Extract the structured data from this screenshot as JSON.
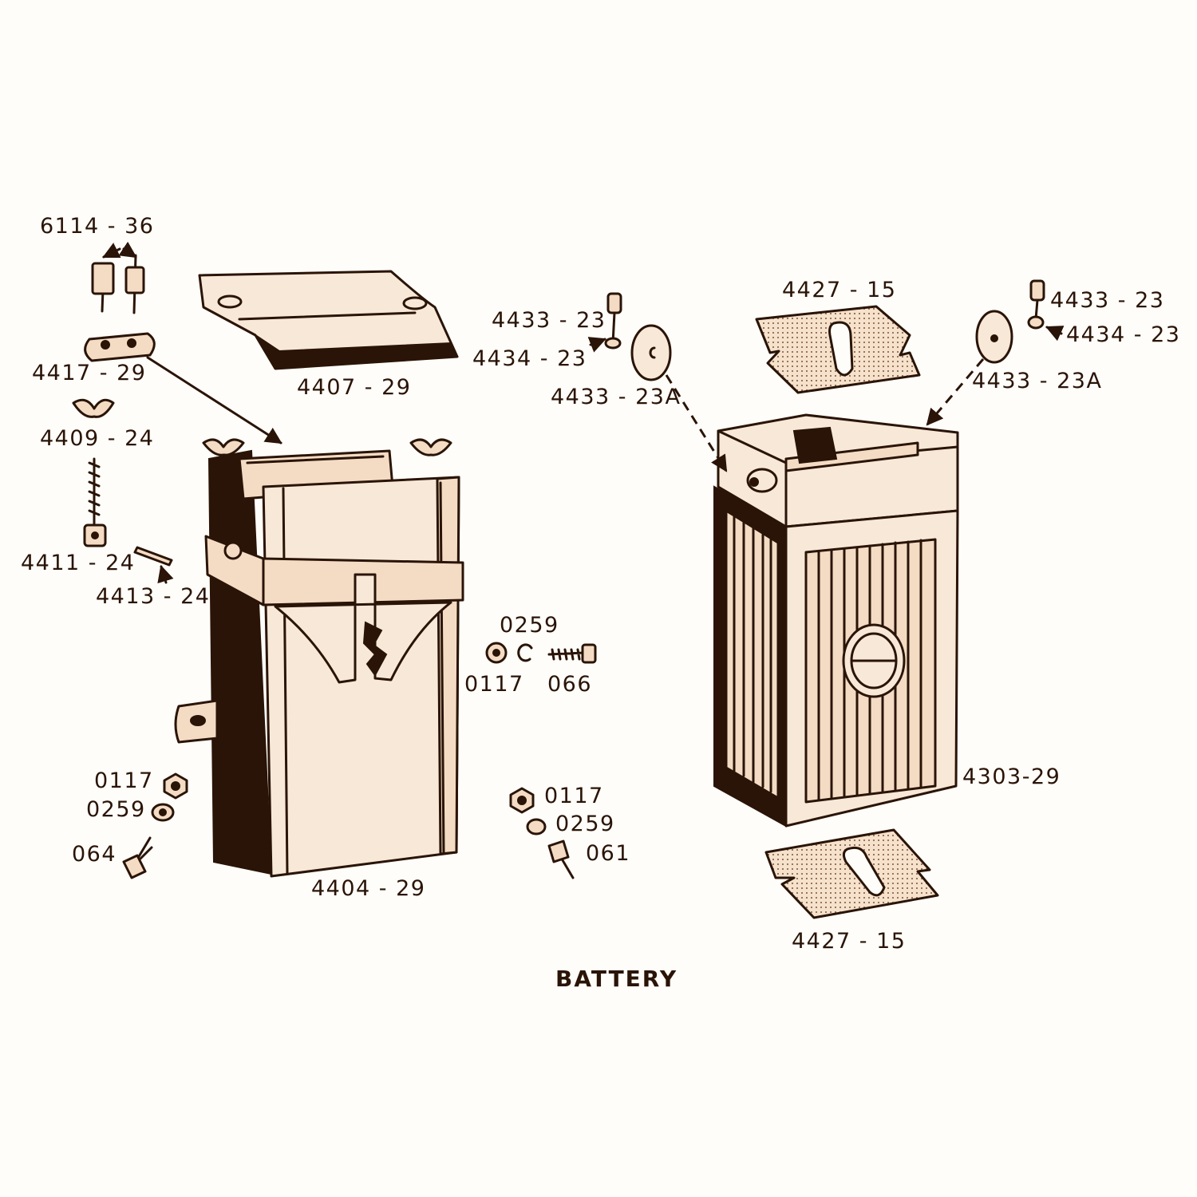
{
  "title": "BATTERY",
  "parts": {
    "stud": "6114 - 36",
    "clamp": "4417 - 29",
    "wing_nut": "4409 - 24",
    "hold_bolt": "4411 - 24",
    "pin": "4413 - 24",
    "lid": "4407 - 29",
    "box": "4404 - 29",
    "nut_l": "0117",
    "lockwasher_l": "0259",
    "bolt_l": "064",
    "lockwasher_m": "0259",
    "nut_m": "0117",
    "screw_m": "066",
    "nut_b": "0117",
    "lockwasher_b": "0259",
    "bolt_b": "061",
    "term_screw_l": "4433 - 23",
    "term_nut_l": "4434 - 23",
    "term_washer_l": "4433 - 23A",
    "pad_top": "4427 - 15",
    "term_screw_r": "4433 - 23",
    "term_nut_r": "4434 - 23",
    "term_washer_r": "4433 - 23A",
    "battery": "4303-29",
    "pad_bottom": "4427 - 15"
  }
}
